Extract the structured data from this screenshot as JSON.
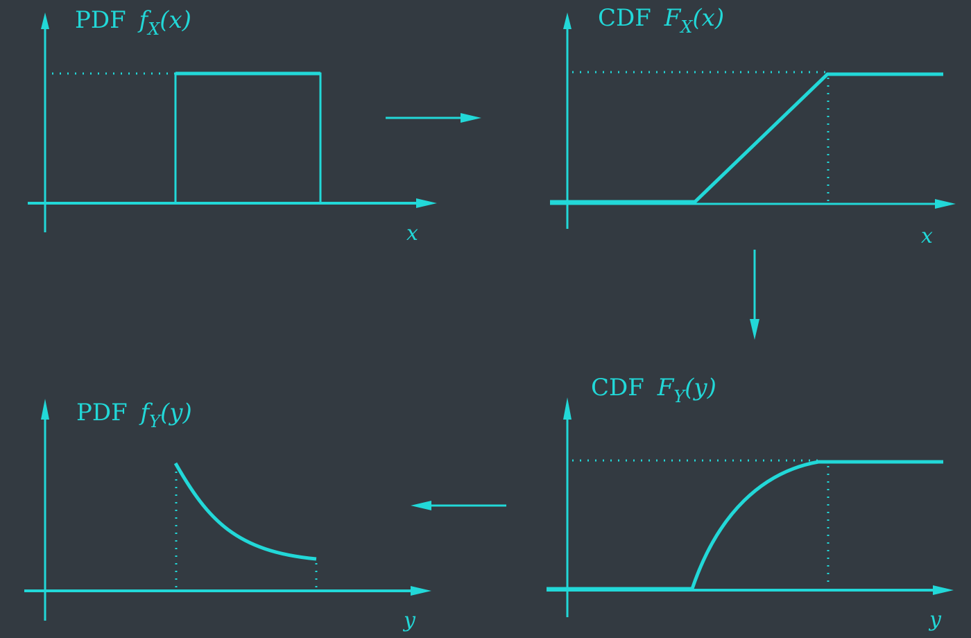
{
  "colors": {
    "background": "#333a41",
    "accent": "#22d8d8"
  },
  "panels": {
    "pdf_x": {
      "title_prefix": "PDF",
      "func": "f",
      "sub": "X",
      "arg": "(x)",
      "axis_label": "x"
    },
    "cdf_x": {
      "title_prefix": "CDF",
      "func": "F",
      "sub": "X",
      "arg": "(x)",
      "axis_label": "x"
    },
    "cdf_y": {
      "title_prefix": "CDF",
      "func": "F",
      "sub": "Y",
      "arg": "(y)",
      "axis_label": "y"
    },
    "pdf_y": {
      "title_prefix": "PDF",
      "func": "f",
      "sub": "Y",
      "arg": "(y)",
      "axis_label": "y"
    }
  },
  "flow": [
    "pdf_x",
    "cdf_x",
    "cdf_y",
    "pdf_y"
  ]
}
